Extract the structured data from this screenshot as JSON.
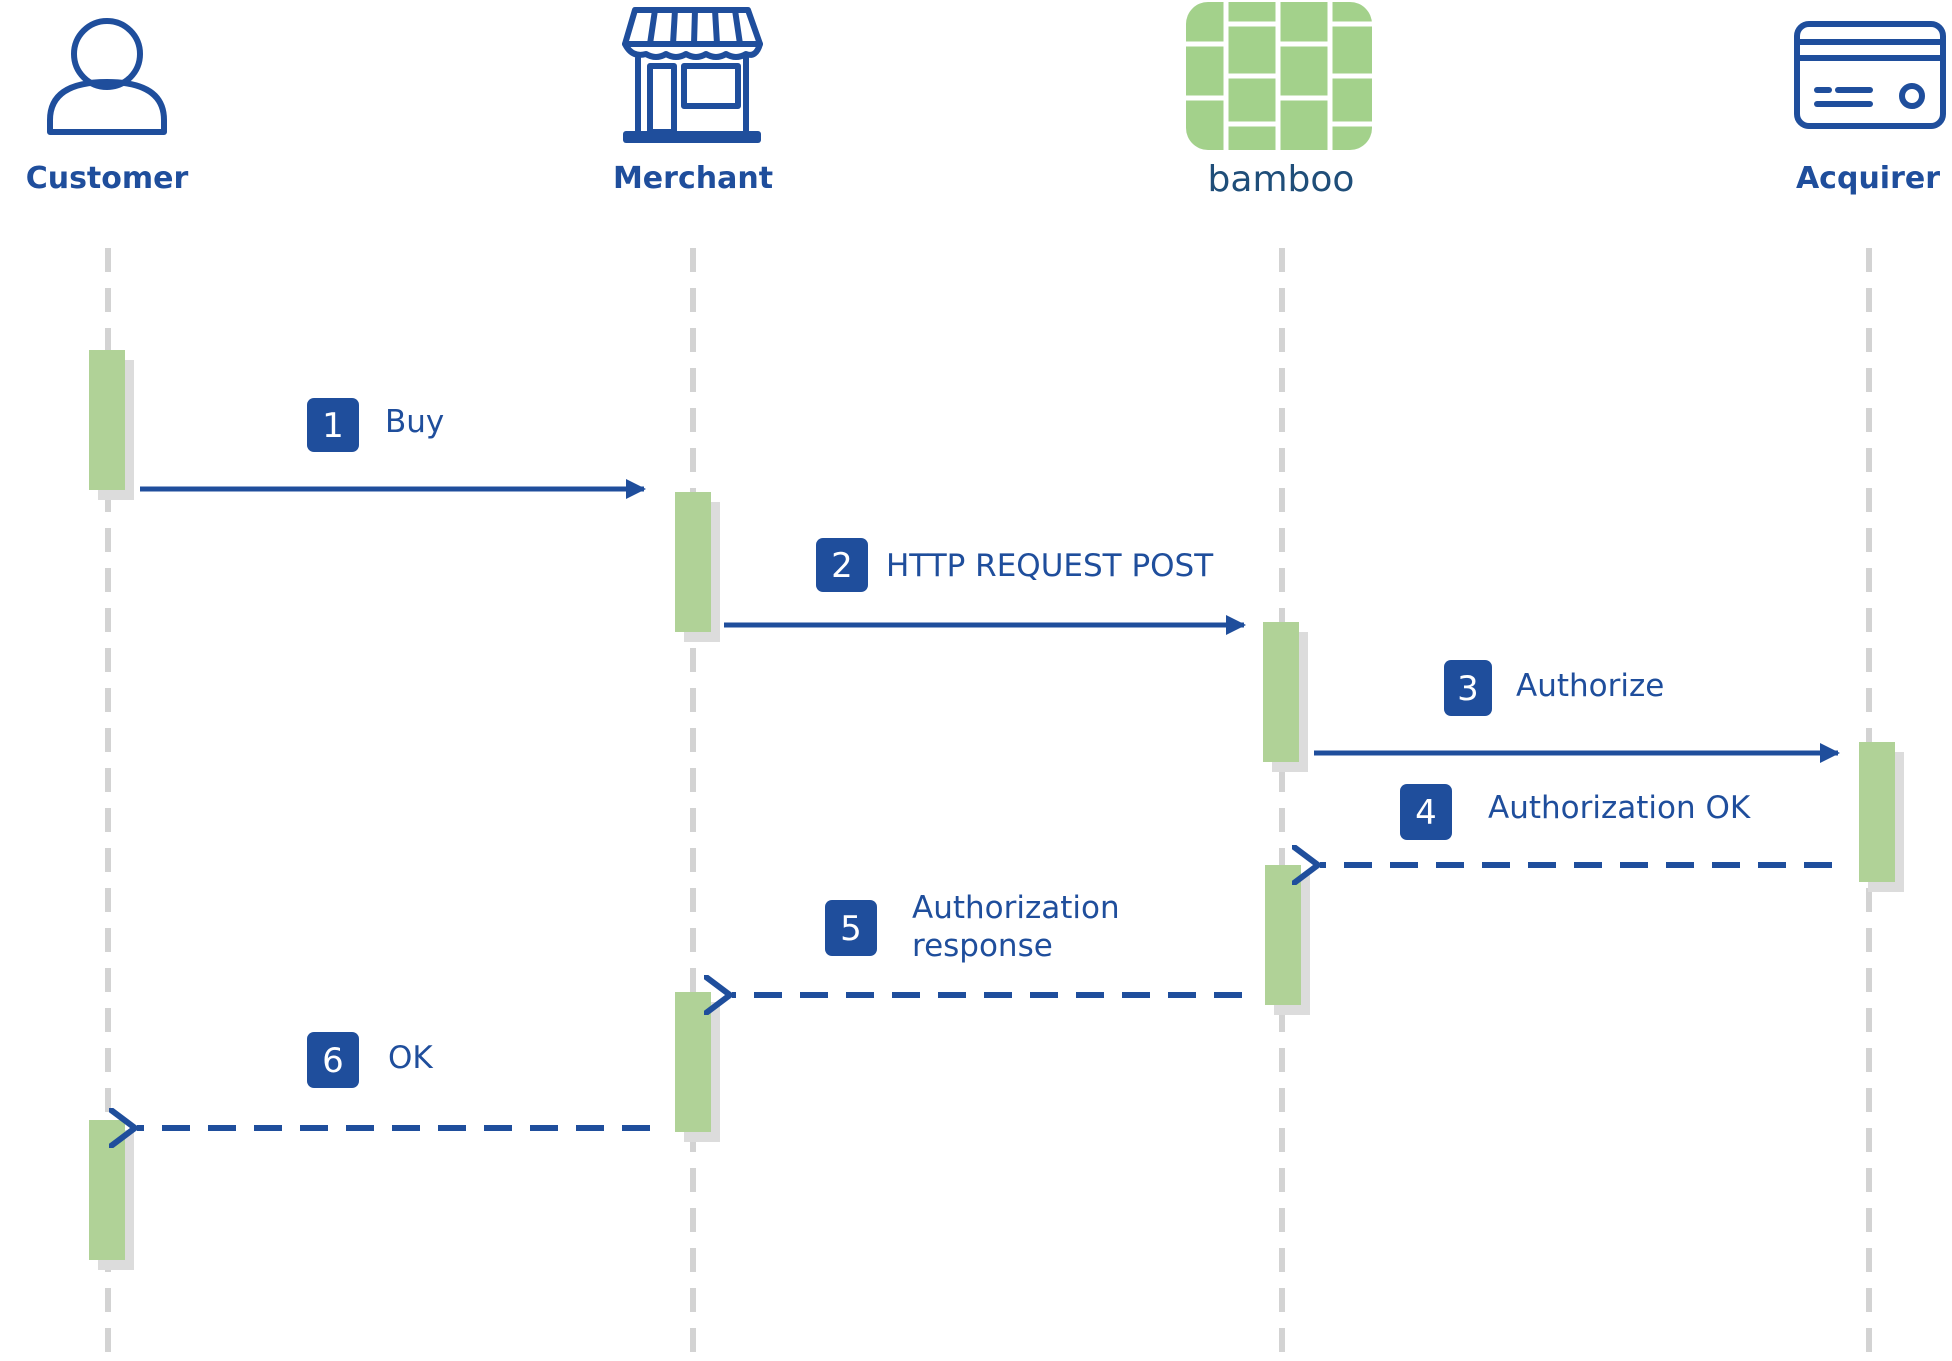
{
  "actors": [
    {
      "id": "customer",
      "label": "Customer",
      "icon": "person-icon"
    },
    {
      "id": "merchant",
      "label": "Merchant",
      "icon": "storefront-icon"
    },
    {
      "id": "bamboo",
      "label": "bamboo",
      "icon": "bamboo-logo-icon"
    },
    {
      "id": "acquirer",
      "label": "Acquirer",
      "icon": "credit-card-icon"
    }
  ],
  "messages": [
    {
      "step": "1",
      "label": "Buy",
      "from": "customer",
      "to": "merchant",
      "style": "solid"
    },
    {
      "step": "2",
      "label": "HTTP REQUEST POST",
      "from": "merchant",
      "to": "bamboo",
      "style": "solid"
    },
    {
      "step": "3",
      "label": "Authorize",
      "from": "bamboo",
      "to": "acquirer",
      "style": "solid"
    },
    {
      "step": "4",
      "label": "Authorization OK",
      "from": "acquirer",
      "to": "bamboo",
      "style": "dashed"
    },
    {
      "step": "5",
      "label_line1": "Authorization",
      "label_line2": "response",
      "from": "bamboo",
      "to": "merchant",
      "style": "dashed"
    },
    {
      "step": "6",
      "label": "OK",
      "from": "merchant",
      "to": "customer",
      "style": "dashed"
    }
  ],
  "colors": {
    "primary_blue": "#1f4e9c",
    "activation_green": "#b0d297",
    "activation_shadow": "#dcdcdc",
    "lifeline_gray": "#d3d3d3",
    "logo_green": "#a3d18b"
  }
}
